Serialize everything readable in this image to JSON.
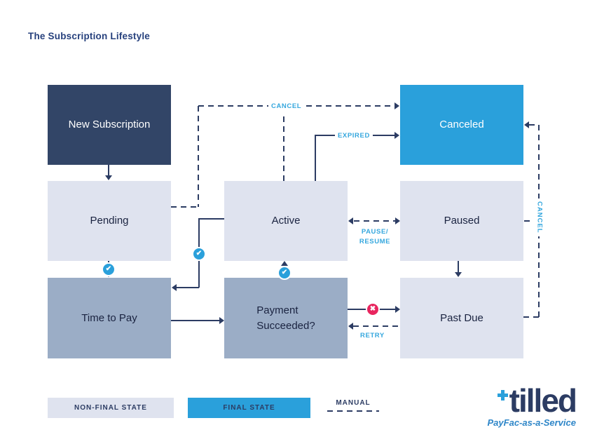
{
  "title": "The Subscription Lifestyle",
  "colors": {
    "navy_line": "#2c3c63",
    "initial_state_fill": "#324567",
    "final_state_fill": "#2aa0db",
    "non_final_fill": "#dfe3ef",
    "process_fill": "#9badc6",
    "edge_label_blue": "#35a7de",
    "success_badge": "#2aa0db",
    "failure_badge": "#e8255e"
  },
  "nodes": {
    "new_subscription": {
      "label": "New Subscription"
    },
    "canceled": {
      "label": "Canceled"
    },
    "pending": {
      "label": "Pending"
    },
    "active": {
      "label": "Active"
    },
    "paused": {
      "label": "Paused"
    },
    "time_to_pay": {
      "label": "Time to Pay"
    },
    "payment_succeeded": {
      "label": "Payment\nSucceeded?"
    },
    "past_due": {
      "label": "Past Due"
    }
  },
  "edges": {
    "cancel_top": {
      "label": "CANCEL",
      "from": "Pending / Active",
      "to": "Canceled",
      "style": "dashed"
    },
    "expired": {
      "label": "EXPIRED",
      "from": "Active",
      "to": "Canceled",
      "style": "solid"
    },
    "pause_resume": {
      "label": "PAUSE/\nRESUME",
      "from": "Active",
      "to": "Paused",
      "style": "dashed-bidirectional"
    },
    "retry": {
      "label": "RETRY",
      "from": "Past Due",
      "to": "Payment Succeeded?",
      "style": "dashed"
    },
    "cancel_right": {
      "label": "CANCEL",
      "from": "Past Due",
      "to": "Canceled",
      "style": "dashed"
    }
  },
  "badges": {
    "success_check": "✔",
    "failure_x": "✖"
  },
  "legend": {
    "non_final": "NON-FINAL STATE",
    "final": "FINAL STATE",
    "manual": "MANUAL"
  },
  "logo": {
    "word": "tilled",
    "tagline": "PayFac-as-a-Service"
  }
}
